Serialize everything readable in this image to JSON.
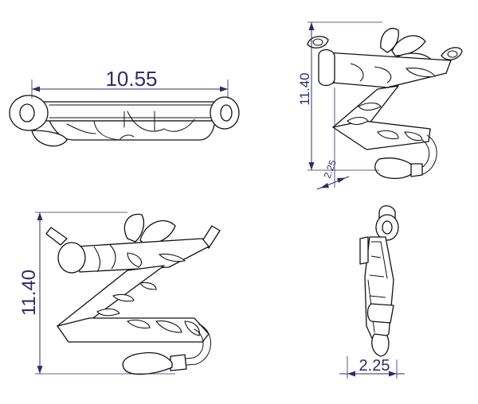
{
  "dimensions": {
    "top_width": "10.55",
    "front_height": "11.40",
    "iso_height": "11.40",
    "iso_depth": "2.25",
    "side_depth": "2.25"
  },
  "colors": {
    "line": "#111111",
    "dimension": "#2c2c6a",
    "background": "#ffffff"
  }
}
